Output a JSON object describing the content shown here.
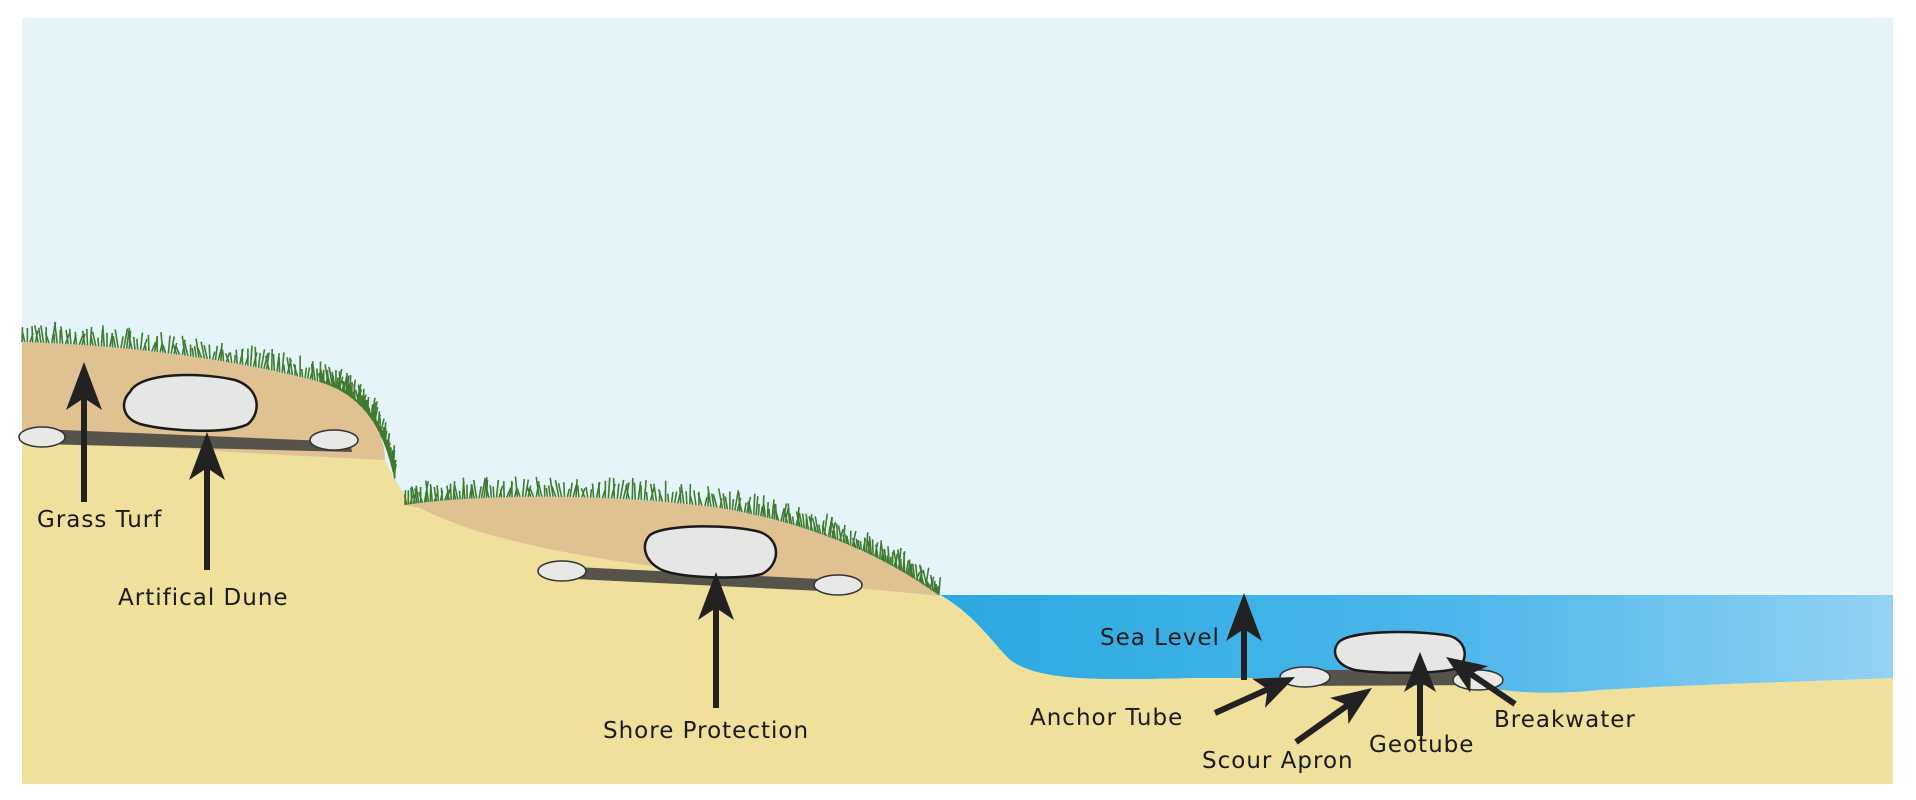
{
  "labels": {
    "grass_turf": "Grass Turf",
    "artificial_dune": "Artifical Dune",
    "shore_protection": "Shore Protection",
    "sea_level": "Sea Level",
    "anchor_tube": "Anchor Tube",
    "scour_apron": "Scour Apron",
    "geotube": "Geotube",
    "breakwater": "Breakwater"
  },
  "colors": {
    "sky": "#e4f4f9",
    "sand": "#efe09c",
    "dune": "#dfc192",
    "water_deep": "#2aa9e0",
    "water_light": "#93d2f3",
    "grass": "#3f7a2e",
    "tube": "#55534a",
    "stone": "#e6e6e4",
    "arrow": "#222222"
  }
}
